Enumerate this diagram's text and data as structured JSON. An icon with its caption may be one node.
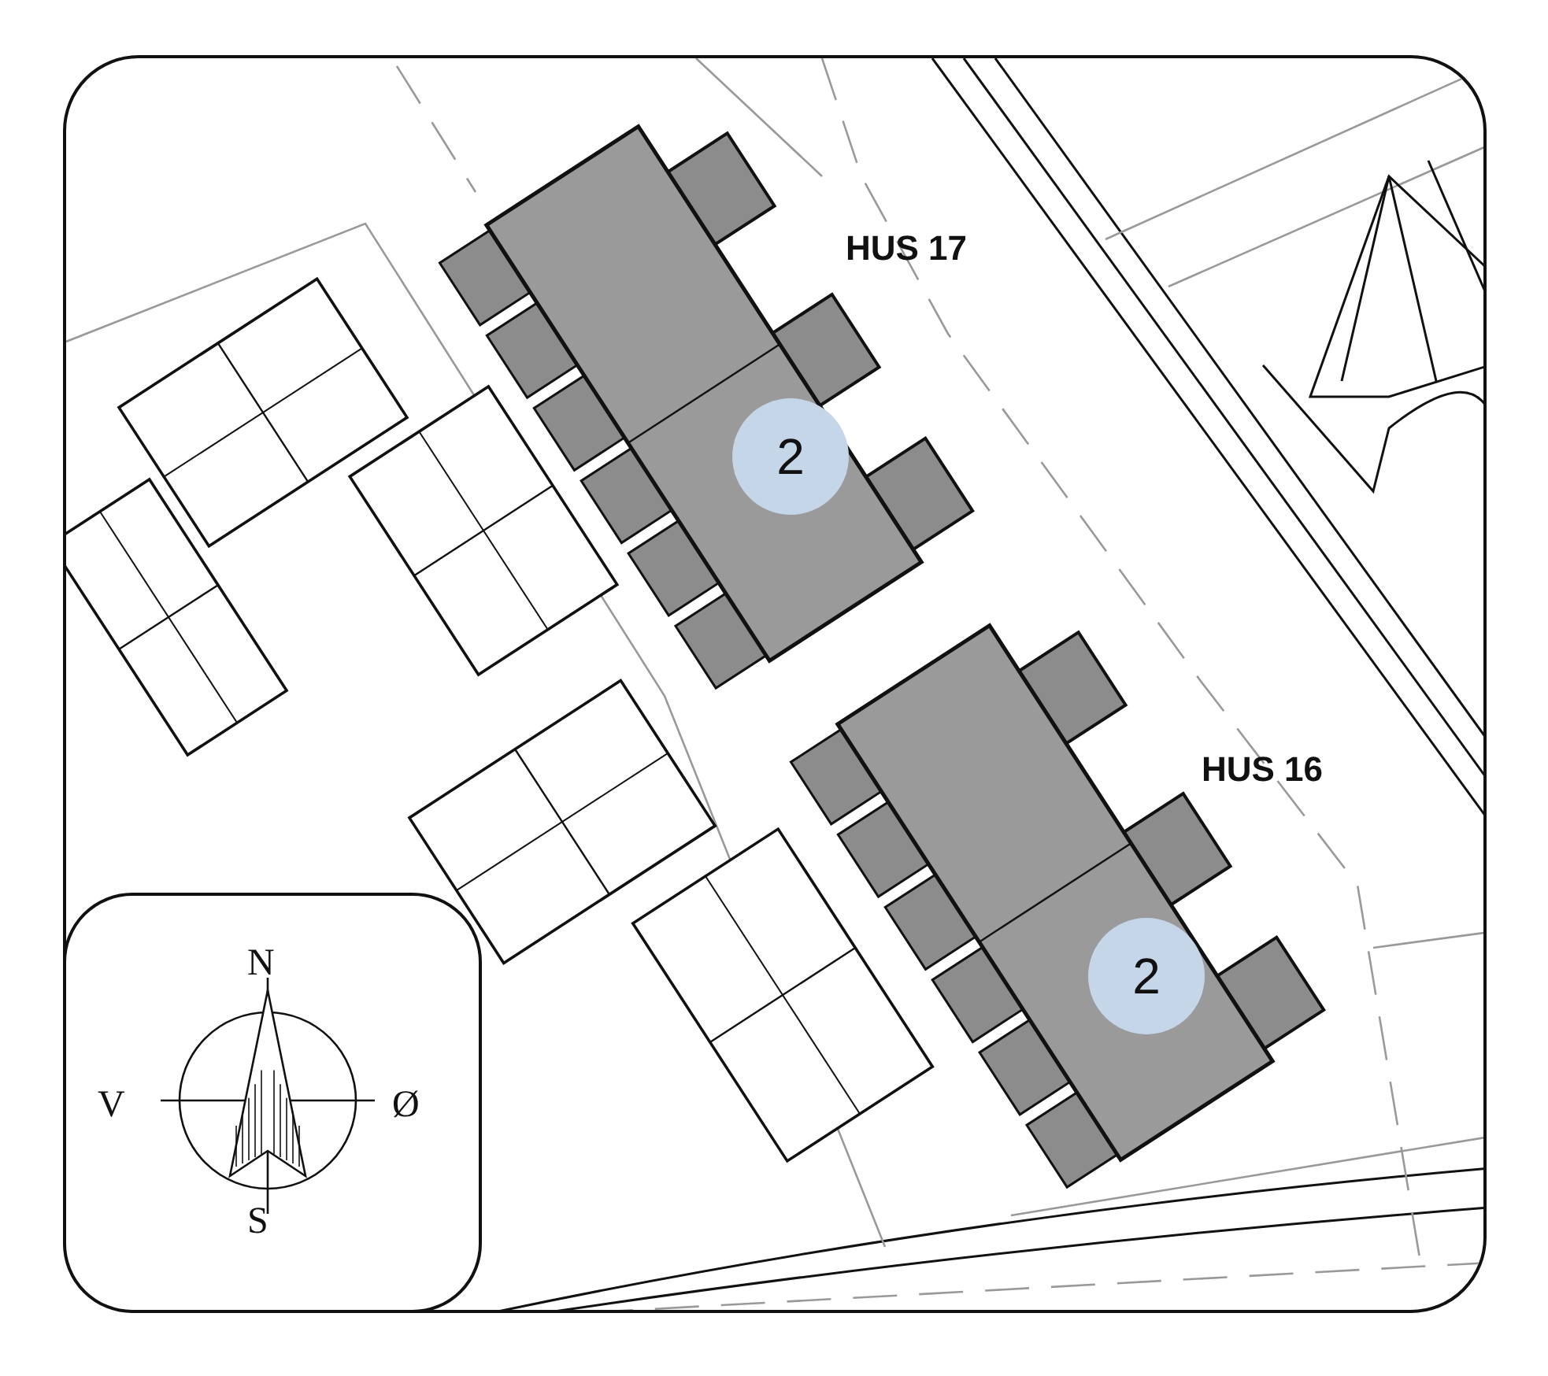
{
  "diagram": {
    "nodes": [
      {
        "text": [
          "2"
        ]
      },
      {
        "text": [
          "2"
        ]
      }
    ],
    "labels": [
      "HUS 17",
      "HUS 16",
      "N",
      "V",
      "Ø",
      "S"
    ]
  }
}
